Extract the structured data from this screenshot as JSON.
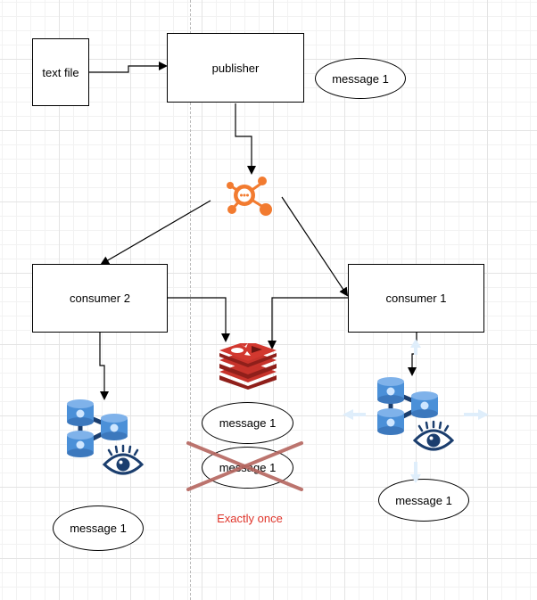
{
  "nodes": {
    "text_file": "text file",
    "publisher": "publisher",
    "consumer_2": "consumer 2",
    "consumer_1": "consumer 1"
  },
  "messages": {
    "publisher_message": "message 1",
    "redis_message": "message 1",
    "rejected_message": "message 1",
    "consumer_2_message": "message 1",
    "consumer_1_message": "message 1"
  },
  "caption": "Exactly once",
  "icons": {
    "broker": "message-broker-icon",
    "store": "redis-icon",
    "consumer_2_db": "database-cluster-eye-icon",
    "consumer_1_db": "database-cluster-eye-icon",
    "reject": "x-mark-icon"
  },
  "colors": {
    "broker": "#f27b30",
    "redis": "#b42c24",
    "db": "#4b90d8",
    "db_dark": "#1b3e6e",
    "eye": "#1b3e6e",
    "cross": "#b5665f",
    "caption": "#e0352b"
  }
}
